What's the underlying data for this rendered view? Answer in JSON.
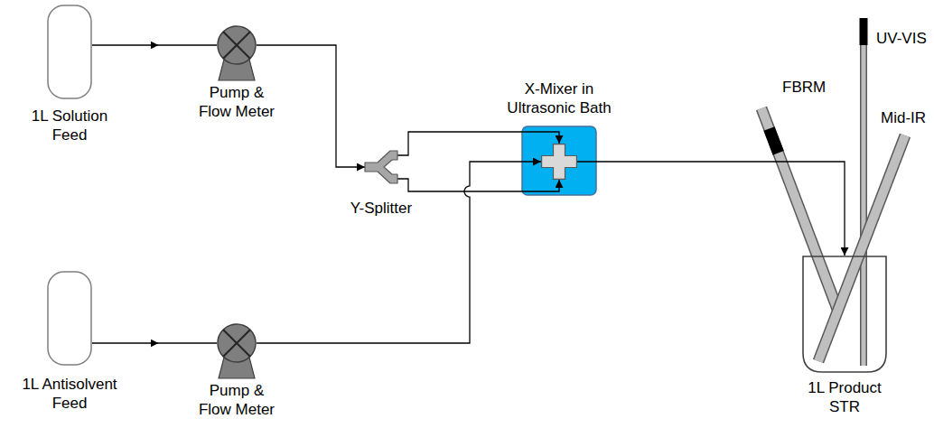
{
  "diagram": {
    "nodes": [
      {
        "text": [
          "1L Solution Feed"
        ]
      },
      {
        "text": [
          "Pump & Flow Meter"
        ]
      },
      {
        "text": [
          "Y-Splitter"
        ]
      },
      {
        "text": [
          "X-Mixer in Ultrasonic Bath"
        ]
      },
      {
        "text": [
          "1L Antisolvent Feed"
        ]
      },
      {
        "text": [
          "Pump & Flow Meter"
        ]
      },
      {
        "text": [
          "1L Product STR"
        ]
      }
    ],
    "edges": [
      {
        "from": 0,
        "to": 1,
        "arrow": "to"
      },
      {
        "from": 1,
        "to": 2,
        "arrow": "to"
      },
      {
        "from": 2,
        "to": 3,
        "arrow": "to"
      },
      {
        "from": 2,
        "to": 3,
        "arrow": "to"
      },
      {
        "from": 4,
        "to": 5,
        "arrow": "to"
      },
      {
        "from": 5,
        "to": 3,
        "arrow": "to"
      },
      {
        "from": 3,
        "to": 6,
        "arrow": "to"
      }
    ],
    "labels": [
      "FBRM",
      "UV-VIS",
      "Mid-IR"
    ]
  }
}
